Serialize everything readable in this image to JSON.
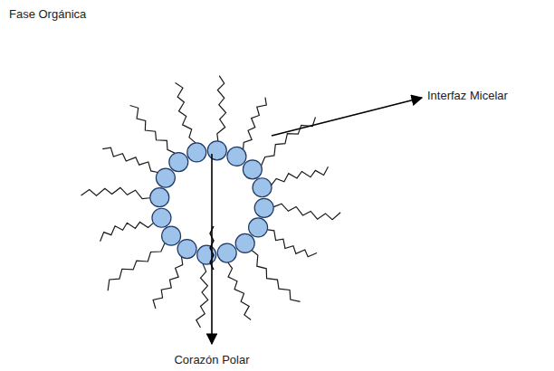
{
  "diagram": {
    "labels": [
      "Fase Orgánica",
      "Interfaz Micelar",
      "Corazón Polar"
    ]
  }
}
